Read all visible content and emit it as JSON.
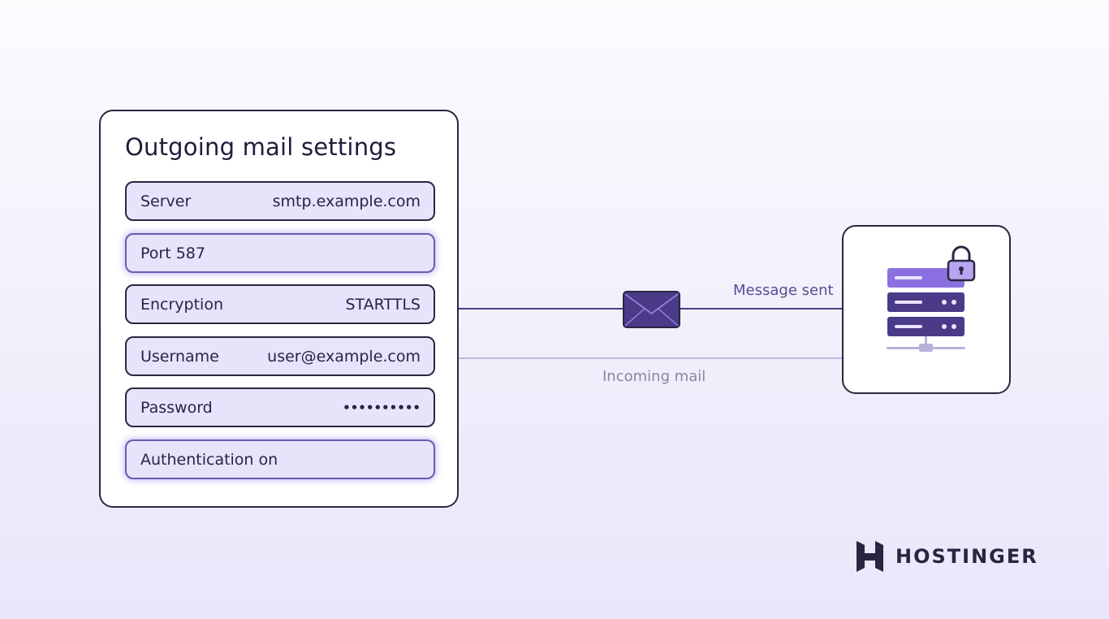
{
  "settings": {
    "title": "Outgoing mail settings",
    "fields": [
      {
        "label": "Server",
        "value": "smtp.example.com"
      },
      {
        "label": "Port 587",
        "value": ""
      },
      {
        "label": "Encryption",
        "value": "STARTTLS"
      },
      {
        "label": "Username",
        "value": "user@example.com"
      },
      {
        "label": "Password",
        "value": "••••••••••"
      },
      {
        "label": "Authentication on",
        "value": ""
      }
    ]
  },
  "flow": {
    "sent_label": "Message sent",
    "incoming_label": "Incoming mail"
  },
  "icons": {
    "envelope": "envelope-icon",
    "server": "server-icon",
    "lock": "lock-icon"
  },
  "brand": {
    "name": "HOSTINGER"
  },
  "colors": {
    "accent": "#5b45b5",
    "dark": "#2c2640",
    "field_bg": "#e6e3fb"
  }
}
